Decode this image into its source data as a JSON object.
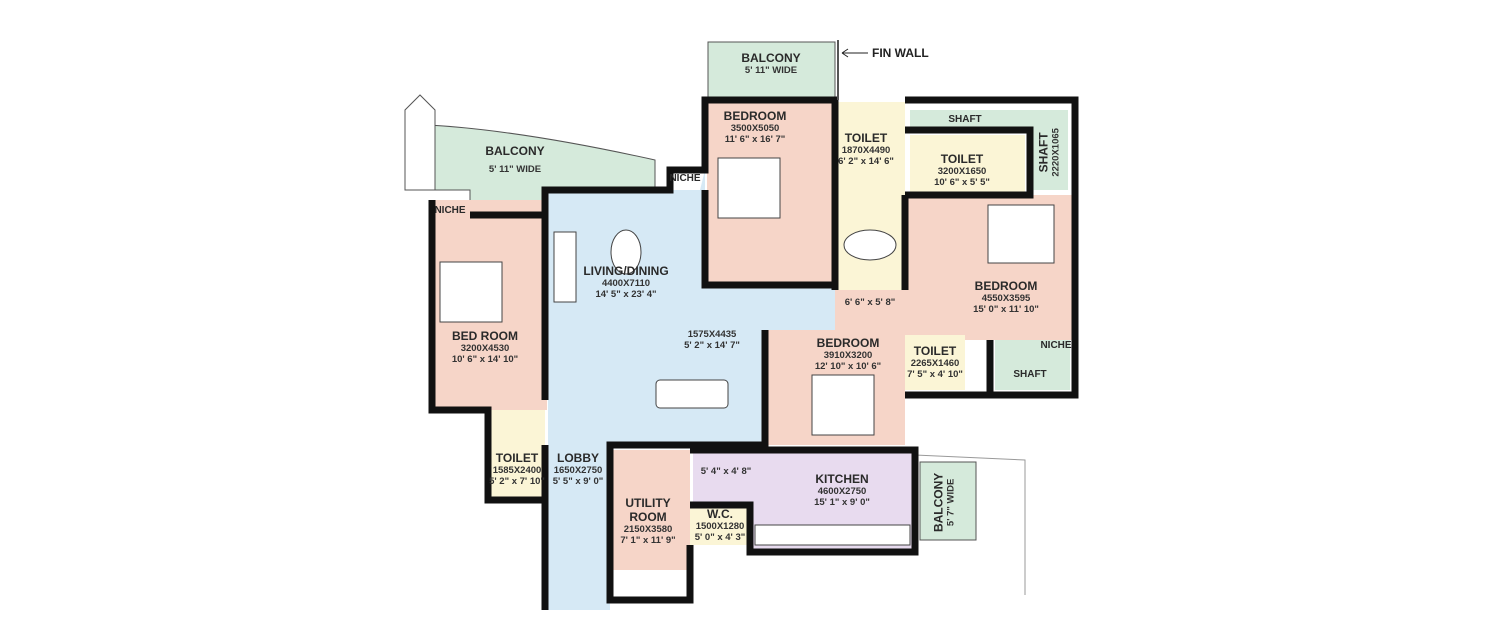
{
  "colors": {
    "bedroom": "#f6d5c8",
    "living": "#d6e9f5",
    "toilet": "#fbf5d6",
    "balcony": "#d5eadb",
    "kitchen": "#e8dbef",
    "wall": "#111111"
  },
  "annotations": {
    "fin_wall": "FIN WALL"
  },
  "rooms": {
    "balcony_top": {
      "name": "BALCONY",
      "dim1": "5' 11\" WIDE"
    },
    "balcony_left": {
      "name": "BALCONY",
      "dim1": "5' 11\" WIDE"
    },
    "balcony_right": {
      "name": "BALCONY",
      "dim1": "5' 7\" WIDE"
    },
    "niche_left": {
      "name": "NICHE"
    },
    "niche_center": {
      "name": "NICHE"
    },
    "niche_right": {
      "name": "NICHE"
    },
    "bedroom_left": {
      "name": "BED ROOM",
      "dim1": "3200X4530",
      "dim2": "10' 6\" x 14' 10\""
    },
    "living": {
      "name": "LIVING/DINING",
      "dim1": "4400X7110",
      "dim2": "14' 5\" x 23' 4\""
    },
    "dining": {
      "dim1": "1575X4435",
      "dim2": "5' 2\" x 14' 7\""
    },
    "bedroom_top": {
      "name": "BEDROOM",
      "dim1": "3500X5050",
      "dim2": "11' 6\" x 16' 7\""
    },
    "toilet_top": {
      "name": "TOILET",
      "dim1": "1870X4490",
      "dim2": "6' 2\" x 14' 6\""
    },
    "shaft_top": {
      "name": "SHAFT"
    },
    "shaft_right": {
      "name": "SHAFT",
      "dim1": "2220X1065"
    },
    "toilet_master": {
      "name": "TOILET",
      "dim1": "3200X1650",
      "dim2": "10' 6\" x 5' 5\""
    },
    "bedroom_right": {
      "name": "BEDROOM",
      "dim1": "4550X3595",
      "dim2": "15' 0\" x 11' 10\""
    },
    "passage": {
      "dim1": "6' 6\" x 5' 8\""
    },
    "bedroom_mid": {
      "name": "BEDROOM",
      "dim1": "3910X3200",
      "dim2": "12' 10\" x 10' 6\""
    },
    "toilet_mid": {
      "name": "TOILET",
      "dim1": "2265X1460",
      "dim2": "7' 5\" x 4' 10\""
    },
    "shaft_bottom": {
      "name": "SHAFT"
    },
    "toilet_left": {
      "name": "TOILET",
      "dim1": "1585X2400",
      "dim2": "5' 2\" x 7' 10\""
    },
    "lobby": {
      "name": "LOBBY",
      "dim1": "1650X2750",
      "dim2": "5' 5\" x 9' 0\""
    },
    "utility": {
      "name": "UTILITY",
      "name2": "ROOM",
      "dim1": "2150X3580",
      "dim2": "7' 1\" x 11' 9\""
    },
    "store": {
      "dim1": "5' 4\" x 4' 8\""
    },
    "wc": {
      "name": "W.C.",
      "dim1": "1500X1280",
      "dim2": "5' 0\" x 4' 3\""
    },
    "kitchen": {
      "name": "KITCHEN",
      "dim1": "4600X2750",
      "dim2": "15' 1\" x 9' 0\""
    }
  }
}
